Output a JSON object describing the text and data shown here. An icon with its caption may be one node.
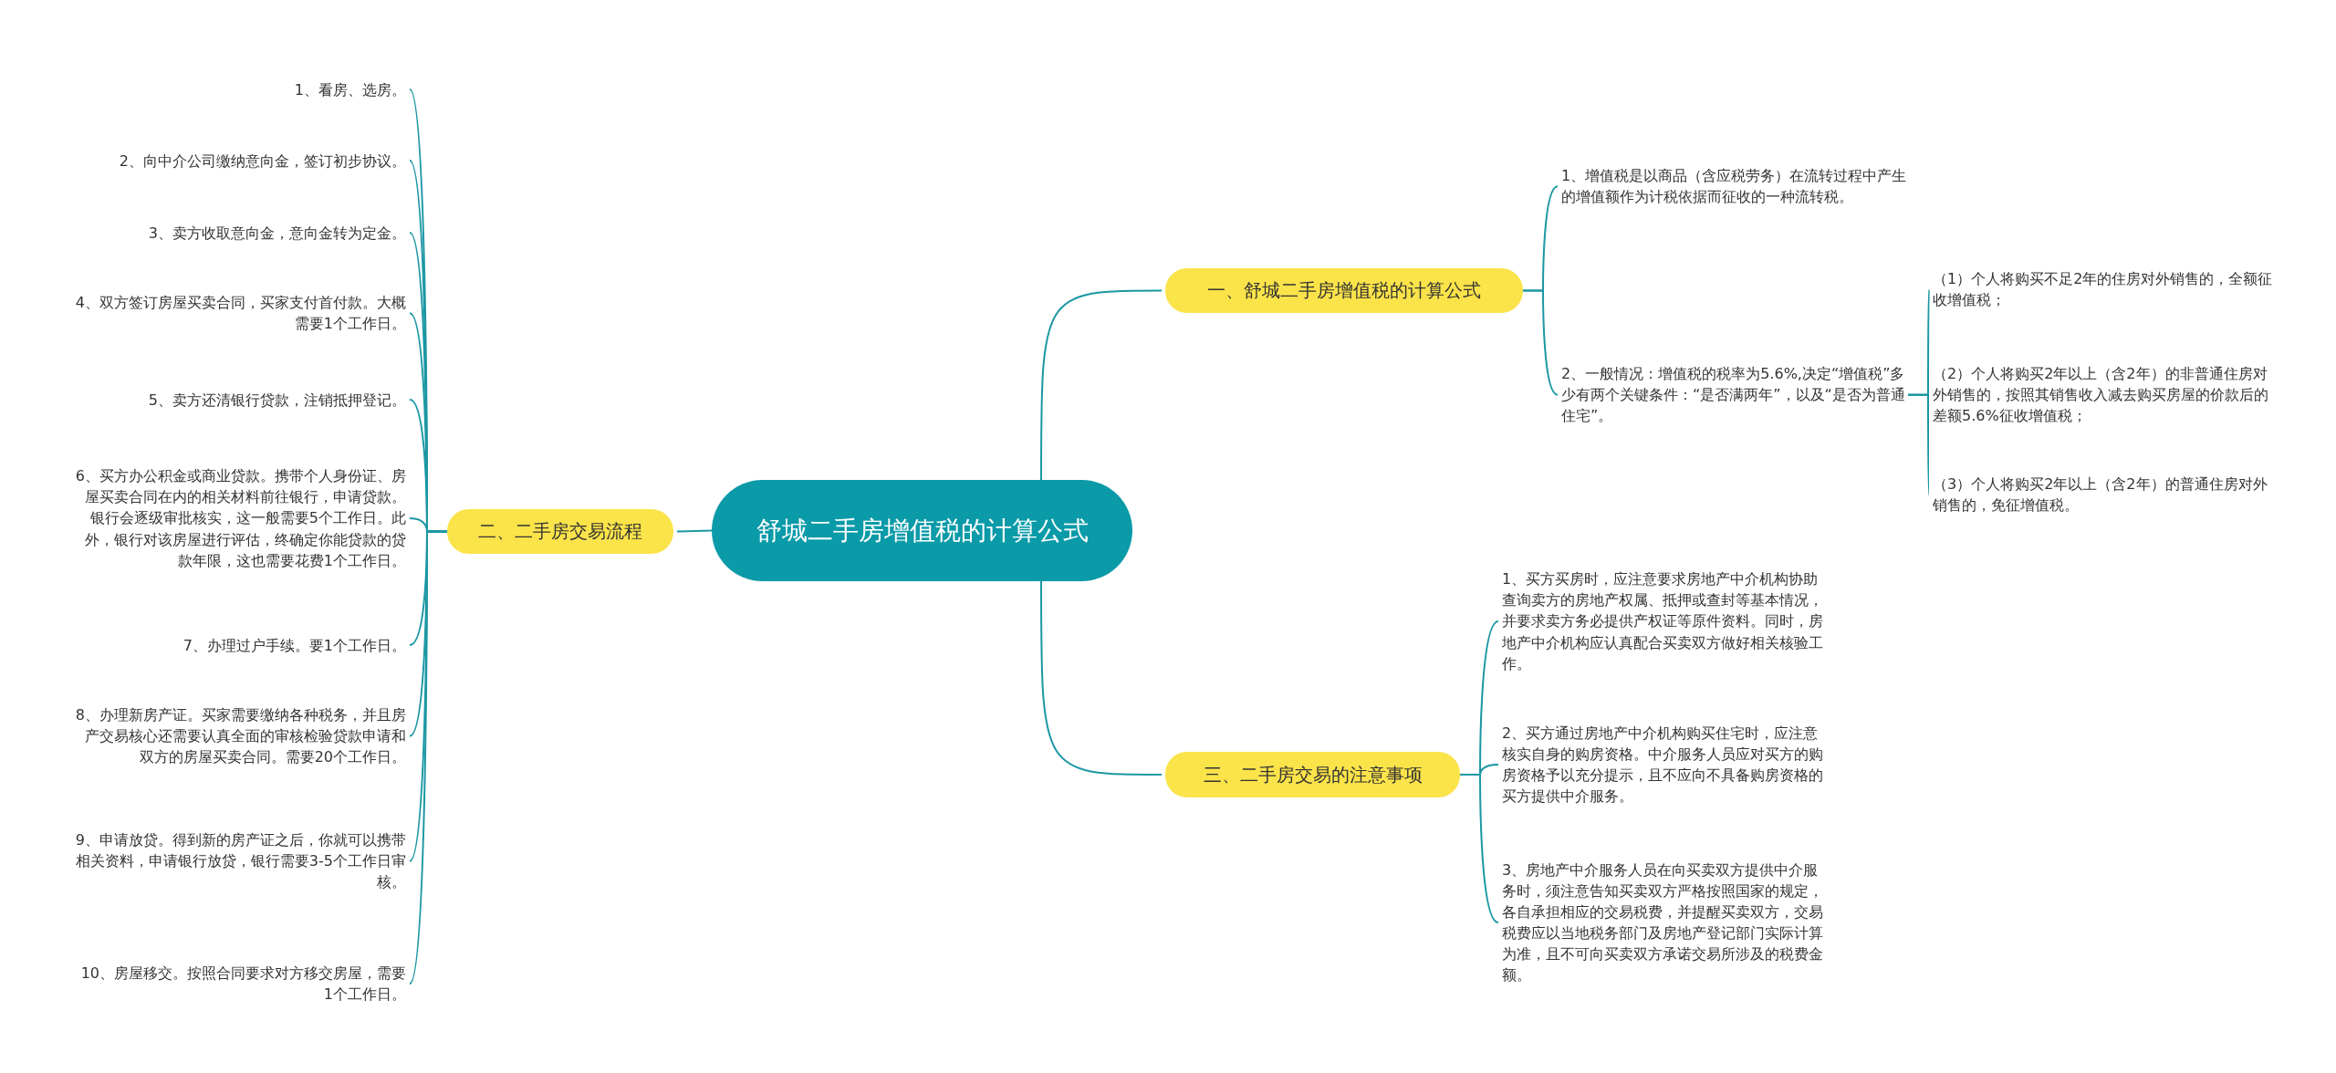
{
  "diagram": {
    "nodes": [
      {
        "text": [
          "舒城二手房增值税的计算公式"
        ]
      },
      {
        "text": [
          "一、舒城二手房增值税的计算公式"
        ]
      },
      {
        "text": [
          "1、增值税是以商品（含应税劳务）在流转过程中产生的增值额作为计税依据而征收的一种流转税。"
        ]
      },
      {
        "text": [
          "2、一般情况：增值税的税率为5.6%,决定“增值税”多少有两个关键条件：“是否满两年”，以及“是否为普通住宅”。"
        ]
      },
      {
        "text": [
          "（1）个人将购买不足2年的住房对外销售的，全额征收增值税；"
        ]
      },
      {
        "text": [
          "（2）个人将购买2年以上（含2年）的非普通住房对外销售的，按照其销售收入减去购买房屋的价款后的差额5.6%征收增值税；"
        ]
      },
      {
        "text": [
          "（3）个人将购买2年以上（含2年）的普通住房对外销售的，免征增值税。"
        ]
      },
      {
        "text": [
          "二、二手房交易流程"
        ]
      },
      {
        "text": [
          "1、看房、选房。"
        ]
      },
      {
        "text": [
          "2、向中介公司缴纳意向金，签订初步协议。"
        ]
      },
      {
        "text": [
          "3、卖方收取意向金，意向金转为定金。"
        ]
      },
      {
        "text": [
          "4、双方签订房屋买卖合同，买家支付首付款。大概需要1个工作日。"
        ]
      },
      {
        "text": [
          "5、卖方还清银行贷款，注销抵押登记。"
        ]
      },
      {
        "text": [
          "6、买方办公积金或商业贷款。携带个人身份证、房屋买卖合同在内的相关材料前往银行，申请贷款。银行会逐级审批核实，这一般需要5个工作日。此外，银行对该房屋进行评估，终确定你能贷款的贷款年限，这也需要花费1个工作日。"
        ]
      },
      {
        "text": [
          "7、办理过户手续。要1个工作日。"
        ]
      },
      {
        "text": [
          "8、办理新房产证。买家需要缴纳各种税务，并且房产交易核心还需要认真全面的审核检验贷款申请和双方的房屋买卖合同。需要20个工作日。"
        ]
      },
      {
        "text": [
          "9、申请放贷。得到新的房产证之后，你就可以携带相关资料，申请银行放贷，银行需要3-5个工作日审核。"
        ]
      },
      {
        "text": [
          "10、房屋移交。按照合同要求对方移交房屋，需要1个工作日。"
        ]
      },
      {
        "text": [
          "三、二手房交易的注意事项"
        ]
      },
      {
        "text": [
          "1、买方买房时，应注意要求房地产中介机构协助查询卖方的房地产权属、抵押或查封等基本情况，并要求卖方务必提供产权证等原件资料。同时，房地产中介机构应认真配合买卖双方做好相关核验工作。"
        ]
      },
      {
        "text": [
          "2、买方通过房地产中介机构购买住宅时，应注意核实自身的购房资格。中介服务人员应对买方的购房资格予以充分提示，且不应向不具备购房资格的买方提供中介服务。"
        ]
      },
      {
        "text": [
          "3、房地产中介服务人员在向买卖双方提供中介服务时，须注意告知买卖双方严格按照国家的规定，各自承担相应的交易税费，并提醒买卖双方，交易税费应以当地税务部门及房地产登记部门实际计算为准，且不可向买卖双方承诺交易所涉及的税费金额。"
        ]
      }
    ],
    "edges": [
      {
        "from": 0,
        "to": 1,
        "arrow": "none"
      },
      {
        "from": 1,
        "to": 2,
        "arrow": "none"
      },
      {
        "from": 1,
        "to": 3,
        "arrow": "none"
      },
      {
        "from": 3,
        "to": 4,
        "arrow": "none"
      },
      {
        "from": 3,
        "to": 5,
        "arrow": "none"
      },
      {
        "from": 3,
        "to": 6,
        "arrow": "none"
      },
      {
        "from": 0,
        "to": 7,
        "arrow": "none"
      },
      {
        "from": 7,
        "to": 8,
        "arrow": "none"
      },
      {
        "from": 7,
        "to": 9,
        "arrow": "none"
      },
      {
        "from": 7,
        "to": 10,
        "arrow": "none"
      },
      {
        "from": 7,
        "to": 11,
        "arrow": "none"
      },
      {
        "from": 7,
        "to": 12,
        "arrow": "none"
      },
      {
        "from": 7,
        "to": 13,
        "arrow": "none"
      },
      {
        "from": 7,
        "to": 14,
        "arrow": "none"
      },
      {
        "from": 7,
        "to": 15,
        "arrow": "none"
      },
      {
        "from": 7,
        "to": 16,
        "arrow": "none"
      },
      {
        "from": 7,
        "to": 17,
        "arrow": "none"
      },
      {
        "from": 0,
        "to": 18,
        "arrow": "none"
      },
      {
        "from": 18,
        "to": 19,
        "arrow": "none"
      },
      {
        "from": 18,
        "to": 20,
        "arrow": "none"
      },
      {
        "from": 18,
        "to": 21,
        "arrow": "none"
      }
    ]
  }
}
